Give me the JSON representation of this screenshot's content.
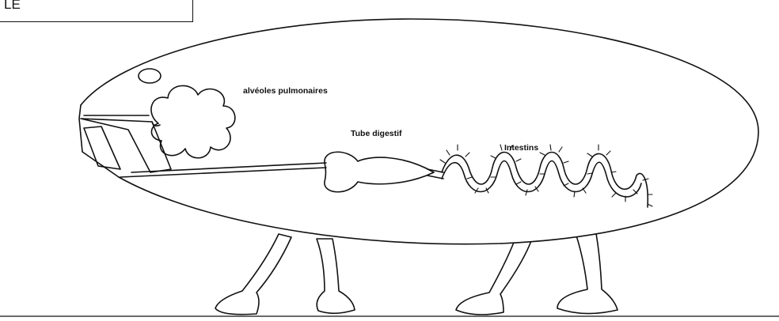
{
  "title_box": {
    "text": "LE"
  },
  "labels": {
    "alveoles": "alvéoles pulmonaires",
    "tube_digestif": "Tube digestif",
    "intestins": "Intestins"
  },
  "colors": {
    "stroke": "#111111",
    "background": "#ffffff"
  }
}
